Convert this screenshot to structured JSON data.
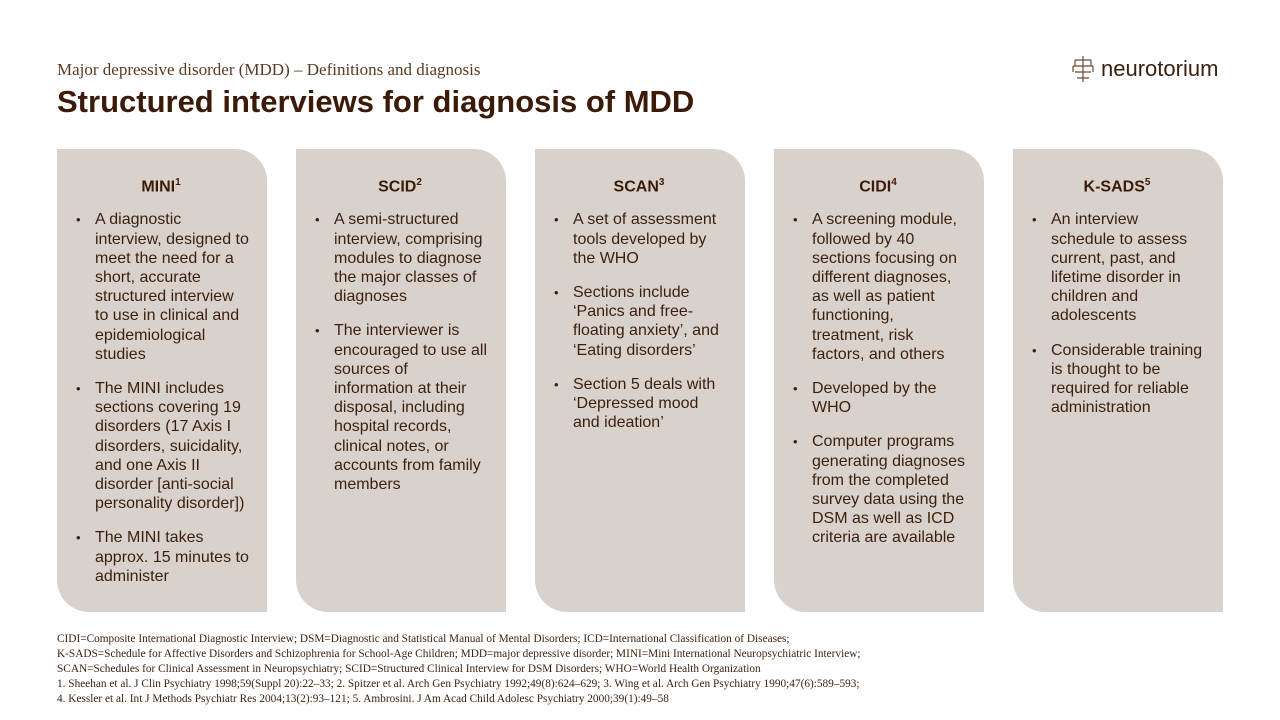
{
  "header": {
    "subtitle": "Major depressive disorder (MDD) – Definitions and diagnosis",
    "title": "Structured interviews for diagnosis of MDD",
    "logo_text": "neurotorium"
  },
  "cards": [
    {
      "title": "MINI",
      "ref": "1",
      "bullets": [
        "A diagnostic interview, designed to meet the need for a short, accurate structured interview to use in clinical and epidemiological studies",
        "The MINI includes sections covering 19 disorders (17 Axis I disorders, suicidality, and one Axis II disorder [anti-social personality disorder])",
        "The MINI takes approx. 15 minutes to administer"
      ]
    },
    {
      "title": "SCID",
      "ref": "2",
      "bullets": [
        "A semi-structured interview, comprising modules to diagnose the major classes of diagnoses",
        "The interviewer is encouraged to use all sources of information at their disposal, including hospital records, clinical notes, or accounts from family members"
      ]
    },
    {
      "title": "SCAN",
      "ref": "3",
      "bullets": [
        "A set of assessment tools developed by the WHO",
        "Sections include ‘Panics and free-floating anxiety’, and ‘Eating disorders’",
        "Section 5 deals with ‘Depressed mood and ideation’"
      ]
    },
    {
      "title": "CIDI",
      "ref": "4",
      "bullets": [
        "A screening module, followed by 40 sections focusing on different diagnoses, as well as patient functioning, treatment, risk factors, and others",
        "Developed by the WHO",
        "Computer programs generating diagnoses from the completed survey data using the DSM as well as ICD criteria are available"
      ]
    },
    {
      "title": "K-SADS",
      "ref": "5",
      "bullets": [
        "An interview schedule to assess current, past, and lifetime disorder in children and adolescents",
        "Considerable training is thought to be required for reliable administration"
      ]
    }
  ],
  "footnotes": [
    "CIDI=Composite International Diagnostic Interview; DSM=Diagnostic and Statistical Manual of Mental Disorders; ICD=International Classification of Diseases;",
    "K-SADS=Schedule for Affective Disorders and Schizophrenia for School-Age Children; MDD=major depressive disorder; MINI=Mini International Neuropsychiatric Interview;",
    "SCAN=Schedules for Clinical Assessment in Neuropsychiatry; SCID=Structured Clinical Interview for DSM Disorders; WHO=World Health Organization",
    "1. Sheehan et al. J Clin Psychiatry 1998;59(Suppl 20):22–33; 2. Spitzer et al. Arch Gen Psychiatry 1992;49(8):624–629; 3. Wing et al. Arch Gen Psychiatry 1990;47(6):589–593;",
    "4. Kessler et al. Int J Methods Psychiatr Res 2004;13(2):93–121; 5. Ambrosini. J Am Acad Child Adolesc Psychiatry 2000;39(1):49–58"
  ]
}
